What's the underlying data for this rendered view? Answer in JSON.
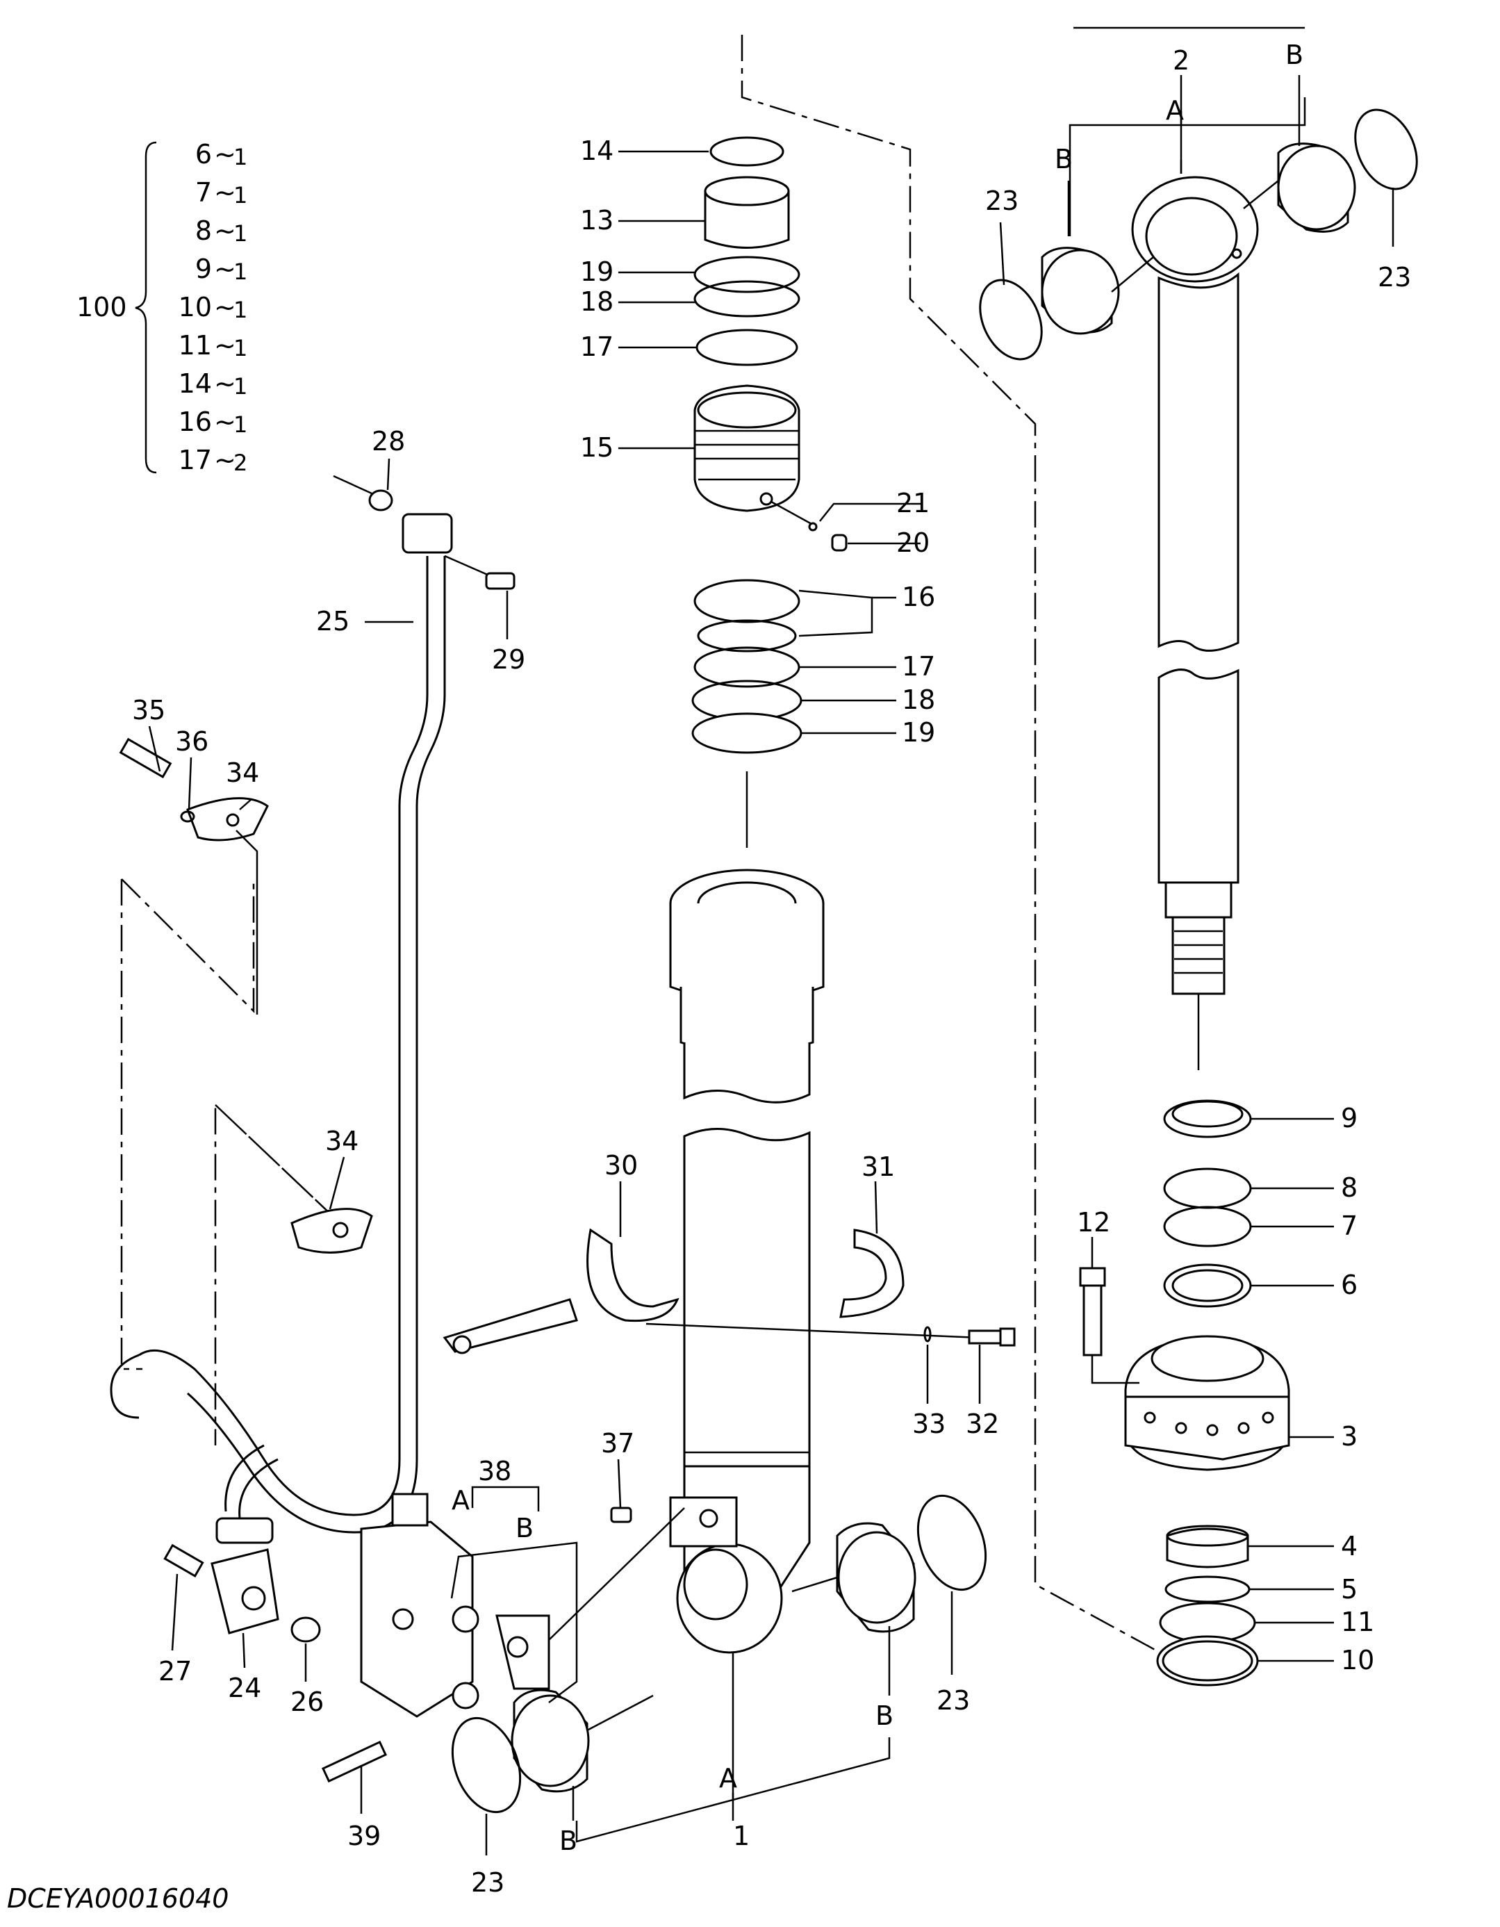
{
  "kit": {
    "number": "100",
    "items": [
      {
        "part": "6",
        "qty": "1"
      },
      {
        "part": "7",
        "qty": "1"
      },
      {
        "part": "8",
        "qty": "1"
      },
      {
        "part": "9",
        "qty": "1"
      },
      {
        "part": "10",
        "qty": "1"
      },
      {
        "part": "11",
        "qty": "1"
      },
      {
        "part": "14",
        "qty": "1"
      },
      {
        "part": "16",
        "qty": "1"
      },
      {
        "part": "17",
        "qty": "2"
      }
    ]
  },
  "callouts": [
    {
      "id": "c1",
      "text": "1"
    },
    {
      "id": "c2",
      "text": "2"
    },
    {
      "id": "c3",
      "text": "3"
    },
    {
      "id": "c4",
      "text": "4"
    },
    {
      "id": "c5",
      "text": "5"
    },
    {
      "id": "c6",
      "text": "6"
    },
    {
      "id": "c7",
      "text": "7"
    },
    {
      "id": "c8",
      "text": "8"
    },
    {
      "id": "c9",
      "text": "9"
    },
    {
      "id": "c10",
      "text": "10"
    },
    {
      "id": "c11",
      "text": "11"
    },
    {
      "id": "c12",
      "text": "12"
    },
    {
      "id": "c13",
      "text": "13"
    },
    {
      "id": "c14",
      "text": "14"
    },
    {
      "id": "c15",
      "text": "15"
    },
    {
      "id": "c16",
      "text": "16"
    },
    {
      "id": "c17a",
      "text": "17"
    },
    {
      "id": "c17b",
      "text": "17"
    },
    {
      "id": "c18a",
      "text": "18"
    },
    {
      "id": "c18b",
      "text": "18"
    },
    {
      "id": "c19a",
      "text": "19"
    },
    {
      "id": "c19b",
      "text": "19"
    },
    {
      "id": "c20",
      "text": "20"
    },
    {
      "id": "c21",
      "text": "21"
    },
    {
      "id": "c23a",
      "text": "23"
    },
    {
      "id": "c23b",
      "text": "23"
    },
    {
      "id": "c23c",
      "text": "23"
    },
    {
      "id": "c23d",
      "text": "23"
    },
    {
      "id": "c24",
      "text": "24"
    },
    {
      "id": "c25",
      "text": "25"
    },
    {
      "id": "c26",
      "text": "26"
    },
    {
      "id": "c27",
      "text": "27"
    },
    {
      "id": "c28",
      "text": "28"
    },
    {
      "id": "c29",
      "text": "29"
    },
    {
      "id": "c30",
      "text": "30"
    },
    {
      "id": "c31",
      "text": "31"
    },
    {
      "id": "c32",
      "text": "32"
    },
    {
      "id": "c33",
      "text": "33"
    },
    {
      "id": "c34a",
      "text": "34"
    },
    {
      "id": "c34b",
      "text": "34"
    },
    {
      "id": "c35",
      "text": "35"
    },
    {
      "id": "c36",
      "text": "36"
    },
    {
      "id": "c37",
      "text": "37"
    },
    {
      "id": "c38",
      "text": "38"
    },
    {
      "id": "c39",
      "text": "39"
    }
  ],
  "letters": [
    {
      "id": "la-rod",
      "text": "A"
    },
    {
      "id": "lb-rod-left",
      "text": "B"
    },
    {
      "id": "lb-rod-right",
      "text": "B"
    },
    {
      "id": "la-tube",
      "text": "A"
    },
    {
      "id": "lb-tube-right",
      "text": "B"
    },
    {
      "id": "lb-tube-bottom",
      "text": "B"
    },
    {
      "id": "la-valve",
      "text": "A"
    },
    {
      "id": "lb-valve",
      "text": "B"
    }
  ],
  "drawing_code": "DCEYA00016040"
}
